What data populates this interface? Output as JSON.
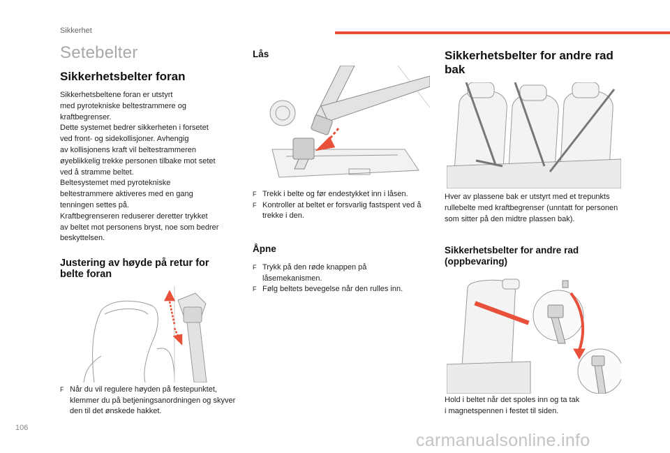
{
  "header": {
    "section": "Sikkerhet",
    "accent_color": "#e8503a"
  },
  "page_title": "Setebelter",
  "front": {
    "title": "Sikkerhetsbelter foran",
    "body": "Sikkerhetsbeltene foran er utstyrt\nmed pyrotekniske beltestrammere og\nkraftbegrenser.\nDette systemet bedrer sikkerheten i forsetet\nved front- og sidekollisjoner. Avhengig\nav kollisjonens kraft vil beltestrammeren\nøyeblikkelig trekke personen tilbake mot setet\nved å stramme beltet.\nBeltesystemet med pyrotekniske\nbeltestrammere aktiveres med en gang\ntenningen settes på.\nKraftbegrenseren reduserer deretter trykket\nav beltet mot personens bryst, noe som bedrer\nbeskyttelsen."
  },
  "height": {
    "title": "Justering av høyde på retur for belte foran",
    "bullets": [
      "Når du vil regulere høyden på festepunktet, klemmer du på betjeningsanordningen og skyver den til det ønskede hakket."
    ]
  },
  "lock": {
    "title": "Lås",
    "bullets": [
      "Trekk i belte og før endestykket inn i låsen.",
      "Kontroller at beltet er forsvarlig fastspent ved å trekke i den."
    ]
  },
  "open": {
    "title": "Åpne",
    "bullets": [
      "Trykk på den røde knappen på låsemekanismen.",
      "Følg beltets bevegelse når den rulles inn."
    ]
  },
  "rear": {
    "title": "Sikkerhetsbelter for andre rad bak",
    "body": "Hver av plassene bak er utstyrt med et trepunkts rullebelte med kraftbegrenser (unntatt for personen som sitter på den midtre plassen bak)."
  },
  "storage": {
    "title": "Sikkerhetsbelter for andre rad (oppbevaring)",
    "body": "Hold i beltet når det spoles inn og ta tak\ni magnetspennen i festet til siden."
  },
  "bullet_marker": "F",
  "page_number": "106",
  "watermark": "carmanualsonline.info"
}
